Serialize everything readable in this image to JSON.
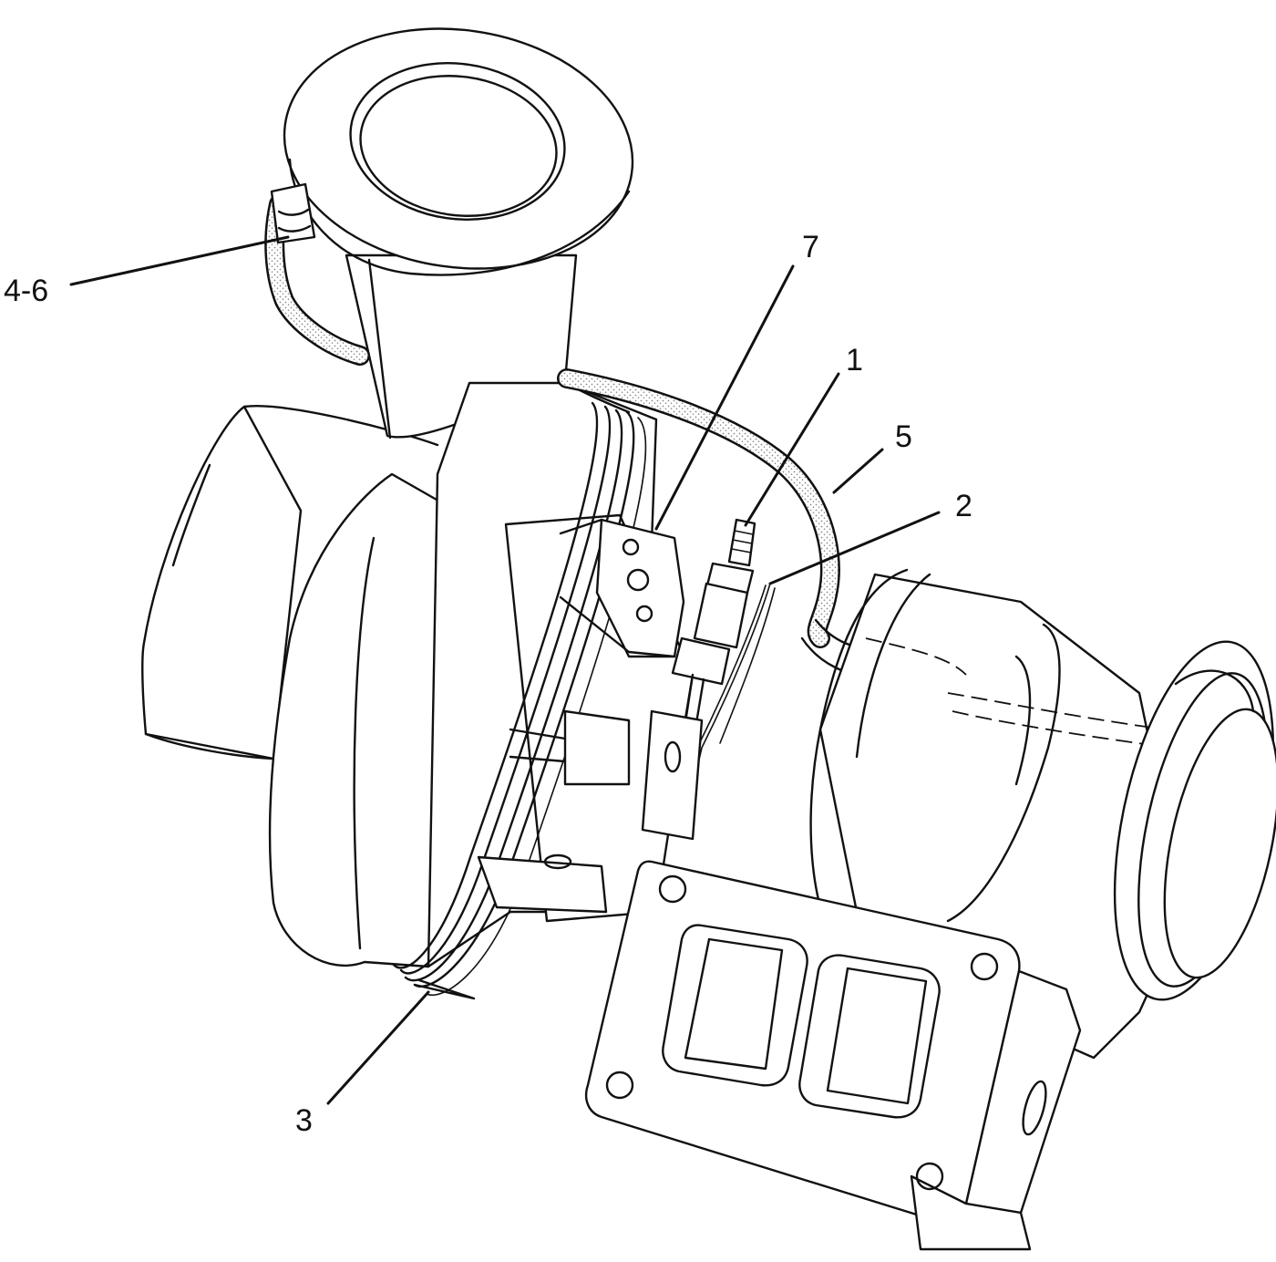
{
  "figure": {
    "callouts": [
      {
        "id": "1",
        "label": "1"
      },
      {
        "id": "2",
        "label": "2"
      },
      {
        "id": "3",
        "label": "3"
      },
      {
        "id": "4-6",
        "label": "4-6"
      },
      {
        "id": "5",
        "label": "5"
      },
      {
        "id": "7",
        "label": "7"
      }
    ],
    "subject_icon": "turbocharger-assembly",
    "colors": {
      "ink": "#111111",
      "paper": "#ffffff",
      "hose_stipple": "#999999"
    }
  }
}
